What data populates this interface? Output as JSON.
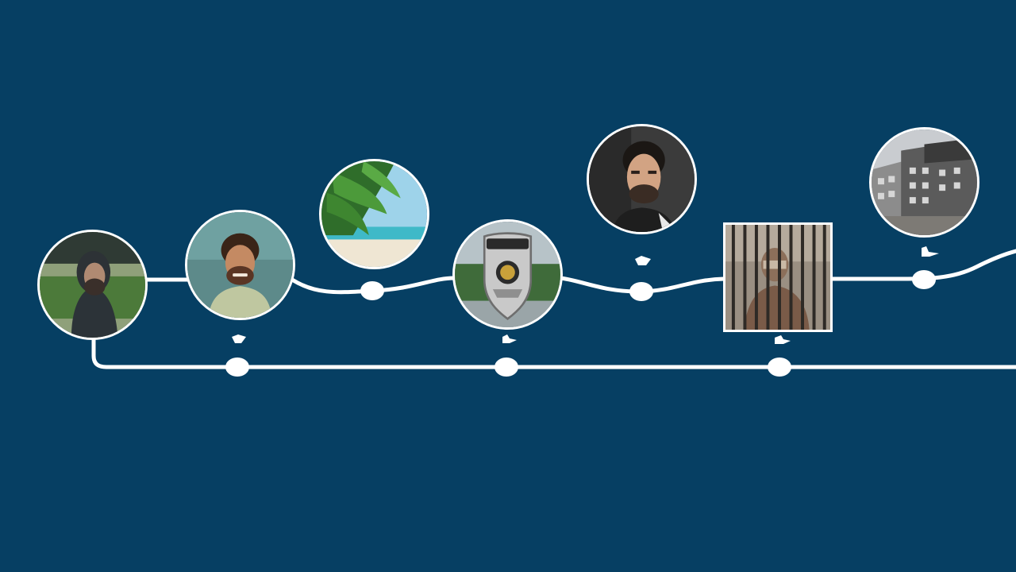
{
  "colors": {
    "background": "#063f63",
    "line": "#ffffff"
  },
  "timeline": {
    "events": [
      {
        "id": "man-hooded",
        "icon": "hooded-man-photo-icon",
        "shape": "circle",
        "track": "lower-start"
      },
      {
        "id": "man-smiling",
        "icon": "smiling-bearded-man-photo-icon",
        "shape": "circle",
        "track": "lower"
      },
      {
        "id": "beach",
        "icon": "tropical-beach-photo-icon",
        "shape": "circle",
        "track": "upper"
      },
      {
        "id": "badge",
        "icon": "police-badge-photo-icon",
        "shape": "circle",
        "track": "lower"
      },
      {
        "id": "man-portrait",
        "icon": "man-portrait-photo-icon",
        "shape": "circle",
        "track": "upper"
      },
      {
        "id": "prison",
        "icon": "prison-bars-photo-icon",
        "shape": "square",
        "track": "lower"
      },
      {
        "id": "building",
        "icon": "building-photo-icon",
        "shape": "circle",
        "track": "upper"
      }
    ]
  }
}
